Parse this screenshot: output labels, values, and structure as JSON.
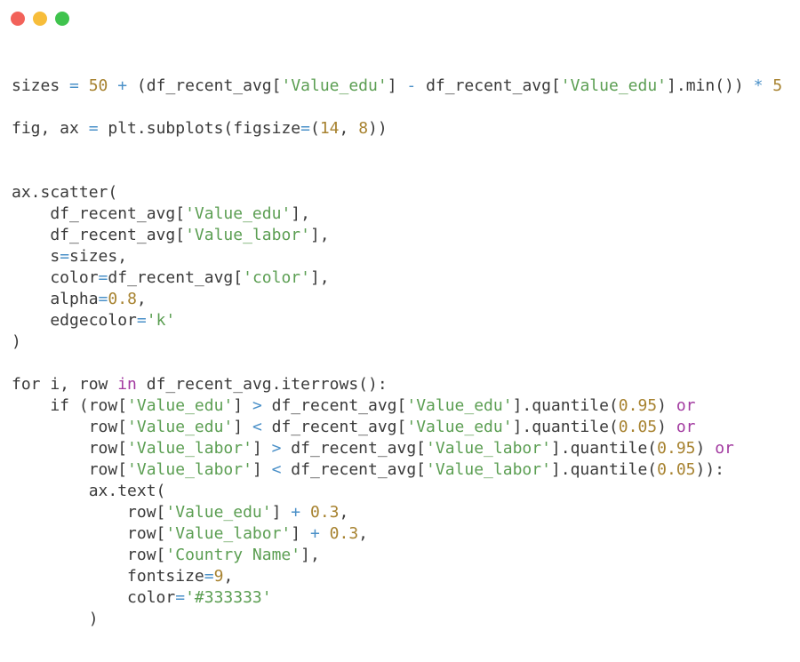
{
  "window_controls": [
    "close",
    "minimize",
    "maximize"
  ],
  "colors": {
    "plain": "#3a3a3a",
    "operator": "#4a90c8",
    "number": "#a7822f",
    "string": "#5b9e52",
    "keyword": "#a23aa0"
  },
  "code_lines": [
    [
      [
        "sizes ",
        "p"
      ],
      [
        "=",
        "o"
      ],
      [
        " ",
        "p"
      ],
      [
        "50",
        "n"
      ],
      [
        " ",
        "p"
      ],
      [
        "+",
        "o"
      ],
      [
        " (df_recent_avg[",
        "p"
      ],
      [
        "'Value_edu'",
        "s"
      ],
      [
        "] ",
        "p"
      ],
      [
        "-",
        "o"
      ],
      [
        " df_recent_avg[",
        "p"
      ],
      [
        "'Value_edu'",
        "s"
      ],
      [
        "].min()) ",
        "p"
      ],
      [
        "*",
        "o"
      ],
      [
        " ",
        "p"
      ],
      [
        "5",
        "n"
      ]
    ],
    [],
    [
      [
        "fig, ax ",
        "p"
      ],
      [
        "=",
        "o"
      ],
      [
        " plt.subplots(figsize",
        "p"
      ],
      [
        "=",
        "o"
      ],
      [
        "(",
        "p"
      ],
      [
        "14",
        "n"
      ],
      [
        ", ",
        "p"
      ],
      [
        "8",
        "n"
      ],
      [
        "))",
        "p"
      ]
    ],
    [],
    [],
    [
      [
        "ax.scatter(",
        "p"
      ]
    ],
    [
      [
        "    df_recent_avg[",
        "p"
      ],
      [
        "'Value_edu'",
        "s"
      ],
      [
        "],",
        "p"
      ]
    ],
    [
      [
        "    df_recent_avg[",
        "p"
      ],
      [
        "'Value_labor'",
        "s"
      ],
      [
        "],",
        "p"
      ]
    ],
    [
      [
        "    s",
        "p"
      ],
      [
        "=",
        "o"
      ],
      [
        "sizes,",
        "p"
      ]
    ],
    [
      [
        "    color",
        "p"
      ],
      [
        "=",
        "o"
      ],
      [
        "df_recent_avg[",
        "p"
      ],
      [
        "'color'",
        "s"
      ],
      [
        "],",
        "p"
      ]
    ],
    [
      [
        "    alpha",
        "p"
      ],
      [
        "=",
        "o"
      ],
      [
        "0.8",
        "n"
      ],
      [
        ",",
        "p"
      ]
    ],
    [
      [
        "    edgecolor",
        "p"
      ],
      [
        "=",
        "o"
      ],
      [
        "'k'",
        "s"
      ]
    ],
    [
      [
        ")",
        "p"
      ]
    ],
    [],
    [
      [
        "for i, row ",
        "p"
      ],
      [
        "in",
        "k"
      ],
      [
        " df_recent_avg.iterrows():",
        "p"
      ]
    ],
    [
      [
        "    if (row[",
        "p"
      ],
      [
        "'Value_edu'",
        "s"
      ],
      [
        "] ",
        "p"
      ],
      [
        ">",
        "o"
      ],
      [
        " df_recent_avg[",
        "p"
      ],
      [
        "'Value_edu'",
        "s"
      ],
      [
        "].quantile(",
        "p"
      ],
      [
        "0.95",
        "n"
      ],
      [
        ") ",
        "p"
      ],
      [
        "or",
        "k"
      ]
    ],
    [
      [
        "        row[",
        "p"
      ],
      [
        "'Value_edu'",
        "s"
      ],
      [
        "] ",
        "p"
      ],
      [
        "<",
        "o"
      ],
      [
        " df_recent_avg[",
        "p"
      ],
      [
        "'Value_edu'",
        "s"
      ],
      [
        "].quantile(",
        "p"
      ],
      [
        "0.05",
        "n"
      ],
      [
        ") ",
        "p"
      ],
      [
        "or",
        "k"
      ]
    ],
    [
      [
        "        row[",
        "p"
      ],
      [
        "'Value_labor'",
        "s"
      ],
      [
        "] ",
        "p"
      ],
      [
        ">",
        "o"
      ],
      [
        " df_recent_avg[",
        "p"
      ],
      [
        "'Value_labor'",
        "s"
      ],
      [
        "].quantile(",
        "p"
      ],
      [
        "0.95",
        "n"
      ],
      [
        ") ",
        "p"
      ],
      [
        "or",
        "k"
      ]
    ],
    [
      [
        "        row[",
        "p"
      ],
      [
        "'Value_labor'",
        "s"
      ],
      [
        "] ",
        "p"
      ],
      [
        "<",
        "o"
      ],
      [
        " df_recent_avg[",
        "p"
      ],
      [
        "'Value_labor'",
        "s"
      ],
      [
        "].quantile(",
        "p"
      ],
      [
        "0.05",
        "n"
      ],
      [
        ")):",
        "p"
      ]
    ],
    [
      [
        "        ax.text(",
        "p"
      ]
    ],
    [
      [
        "            row[",
        "p"
      ],
      [
        "'Value_edu'",
        "s"
      ],
      [
        "] ",
        "p"
      ],
      [
        "+",
        "o"
      ],
      [
        " ",
        "p"
      ],
      [
        "0.3",
        "n"
      ],
      [
        ",",
        "p"
      ]
    ],
    [
      [
        "            row[",
        "p"
      ],
      [
        "'Value_labor'",
        "s"
      ],
      [
        "] ",
        "p"
      ],
      [
        "+",
        "o"
      ],
      [
        " ",
        "p"
      ],
      [
        "0.3",
        "n"
      ],
      [
        ",",
        "p"
      ]
    ],
    [
      [
        "            row[",
        "p"
      ],
      [
        "'Country Name'",
        "s"
      ],
      [
        "],",
        "p"
      ]
    ],
    [
      [
        "            fontsize",
        "p"
      ],
      [
        "=",
        "o"
      ],
      [
        "9",
        "n"
      ],
      [
        ",",
        "p"
      ]
    ],
    [
      [
        "            color",
        "p"
      ],
      [
        "=",
        "o"
      ],
      [
        "'#333333'",
        "s"
      ]
    ],
    [
      [
        "        )",
        "p"
      ]
    ]
  ]
}
